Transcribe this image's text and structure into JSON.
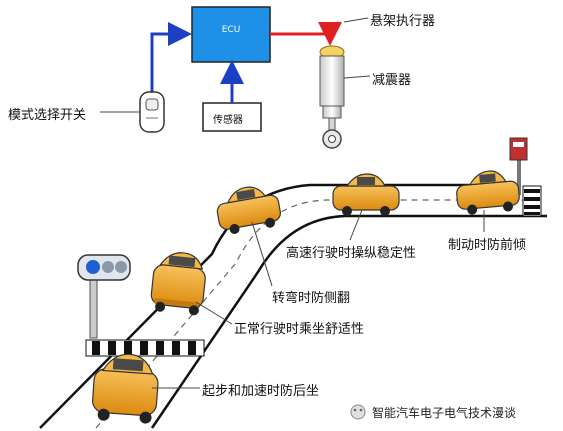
{
  "diagram": {
    "ecu_label": "ECU",
    "sensor_label": "传感器",
    "mode_switch_label": "模式选择开关",
    "suspension_actuator_label": "悬架执行器",
    "shock_absorber_label": "减震器",
    "scenarios": {
      "braking": "制动时防前倾",
      "high_speed": "高速行驶时操纵稳定性",
      "cornering": "转弯时防侧翻",
      "normal_driving": "正常行驶时乘坐舒适性",
      "start_accel": "起步和加速时防后坐"
    },
    "watermark": "智能汽车电子电气技术漫谈"
  },
  "colors": {
    "ecu_fill": "#1e90e8",
    "arrow_blue": "#1c3fc4",
    "arrow_red": "#e02020",
    "car_body": "#f0a020",
    "road_line": "#111111"
  }
}
